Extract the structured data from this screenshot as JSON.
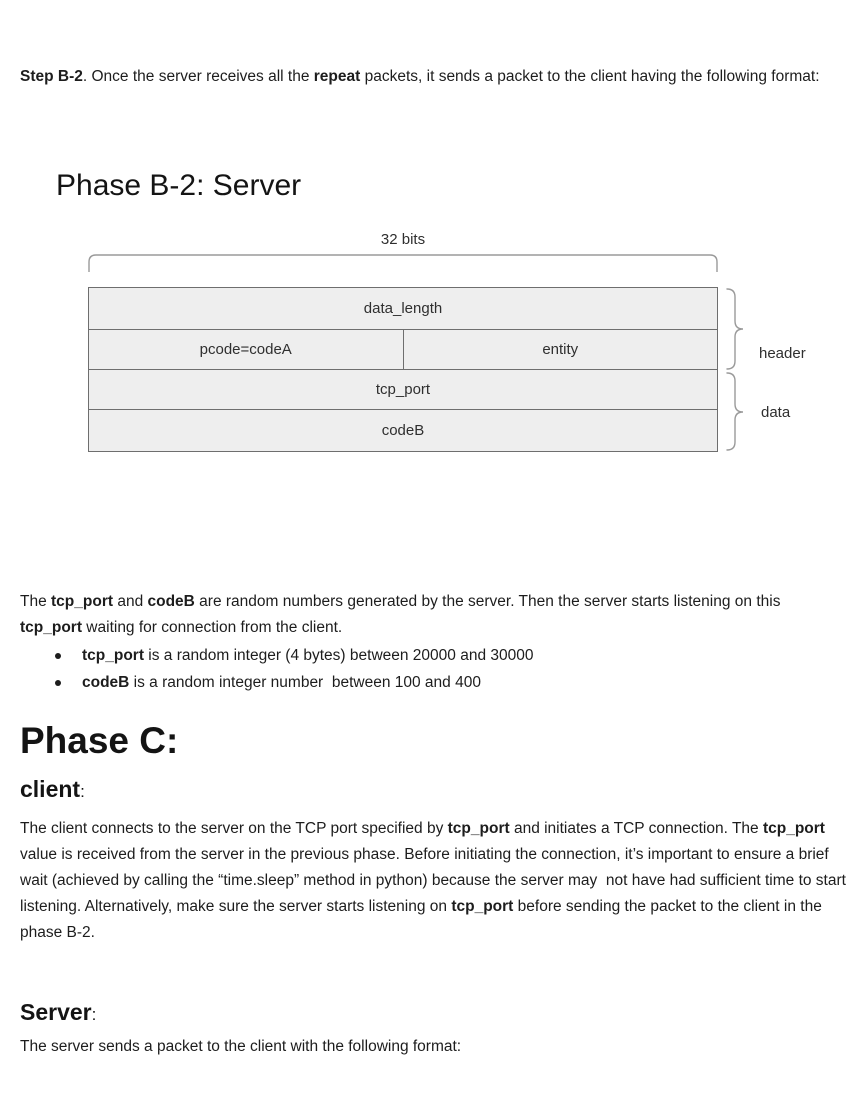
{
  "page": {
    "background": "#ffffff",
    "text_color": "#1d1d1d"
  },
  "intro": {
    "runs": [
      {
        "text": "Step B-2",
        "bold": true
      },
      {
        "text": ". Once the server receives all the ",
        "bold": false
      },
      {
        "text": "repeat",
        "bold": true
      },
      {
        "text": " packets, it sends a packet to the client having the following format:",
        "bold": false
      }
    ]
  },
  "headings": {
    "phase_b2": "Phase B-2: Server",
    "phase_c": "Phase C:",
    "client": "client",
    "client_colon": ":",
    "server": "Server",
    "server_colon": ":"
  },
  "diagram": {
    "width_label": "32 bits",
    "rows": [
      {
        "cells": [
          "data_length"
        ]
      },
      {
        "cells": [
          "pcode=codeA",
          "entity"
        ]
      },
      {
        "cells": [
          "tcp_port"
        ]
      },
      {
        "cells": [
          "codeB"
        ]
      }
    ],
    "side_labels": {
      "header": "header",
      "data": "data"
    },
    "cell_fill": "#eeeeee",
    "cell_border": "#6e6e6e",
    "brace_color": "#9a9a9a"
  },
  "packet_info": {
    "runs": [
      {
        "text": "The ",
        "bold": false
      },
      {
        "text": "tcp_port",
        "bold": true
      },
      {
        "text": " and ",
        "bold": false
      },
      {
        "text": "codeB",
        "bold": true
      },
      {
        "text": " are random numbers generated by the server. Then the server starts listening on this ",
        "bold": false
      },
      {
        "text": "tcp_port",
        "bold": true
      },
      {
        "text": " waiting for connection from the client.",
        "bold": false
      }
    ]
  },
  "bullets": [
    {
      "runs": [
        {
          "text": "tcp_port",
          "bold": true
        },
        {
          "text": " is a random integer (4 bytes) between 20000 and 30000",
          "bold": false
        }
      ]
    },
    {
      "runs": [
        {
          "text": "codeB",
          "bold": true
        },
        {
          "text": " is a random integer number  between 100 and 400",
          "bold": false
        }
      ]
    }
  ],
  "client_paragraph": {
    "runs": [
      {
        "text": "The client connects to the server on the TCP port specified by ",
        "bold": false
      },
      {
        "text": "tcp_port",
        "bold": true
      },
      {
        "text": " and initiates a TCP connection. The ",
        "bold": false
      },
      {
        "text": "tcp_port",
        "bold": true
      },
      {
        "text": " value is received from the server in the previous phase. Before initiating the connection, it’s important to ensure a brief wait (achieved by calling the “time.sleep” method in python) because the server may  not have had sufficient time to start listening. Alternatively, make sure the server starts listening on ",
        "bold": false
      },
      {
        "text": "tcp_port",
        "bold": true
      },
      {
        "text": " before sending the packet to the client in the phase B-2.",
        "bold": false
      }
    ]
  },
  "server_paragraph": {
    "runs": [
      {
        "text": "The server sends a packet to the client with the following format:",
        "bold": false
      }
    ]
  }
}
